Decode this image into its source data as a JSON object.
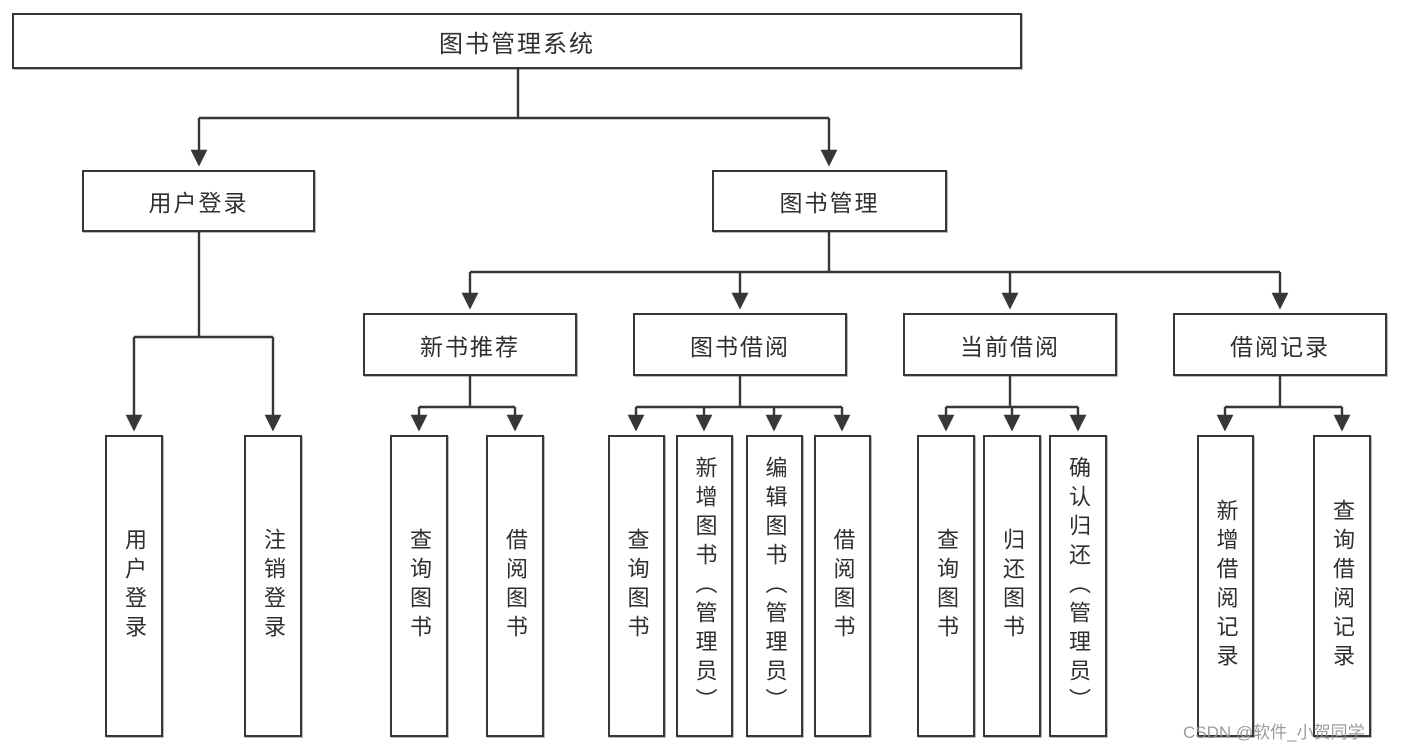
{
  "diagram_title": "图书管理系统",
  "hierarchy": {
    "label": "图书管理系统",
    "children": [
      {
        "label": "用户登录",
        "children": [
          {
            "label": "用户登录"
          },
          {
            "label": "注销登录"
          }
        ]
      },
      {
        "label": "图书管理",
        "children": [
          {
            "label": "新书推荐",
            "children": [
              {
                "label": "查询图书"
              },
              {
                "label": "借阅图书"
              }
            ]
          },
          {
            "label": "图书借阅",
            "children": [
              {
                "label": "查询图书"
              },
              {
                "label": "新增图书（管理员）"
              },
              {
                "label": "编辑图书（管理员）"
              },
              {
                "label": "借阅图书"
              }
            ]
          },
          {
            "label": "当前借阅",
            "children": [
              {
                "label": "查询图书"
              },
              {
                "label": "归还图书"
              },
              {
                "label": "确认归还（管理员）"
              }
            ]
          },
          {
            "label": "借阅记录",
            "children": [
              {
                "label": "新增借阅记录"
              },
              {
                "label": "查询借阅记录"
              }
            ]
          }
        ]
      }
    ]
  },
  "watermark": {
    "text": "CSDN @软件_小贺同学"
  },
  "colors": {
    "line": "#373737",
    "box_border": "#373737",
    "text": "#2f2f2f",
    "watermark": "#949494",
    "background": "#ffffff"
  }
}
